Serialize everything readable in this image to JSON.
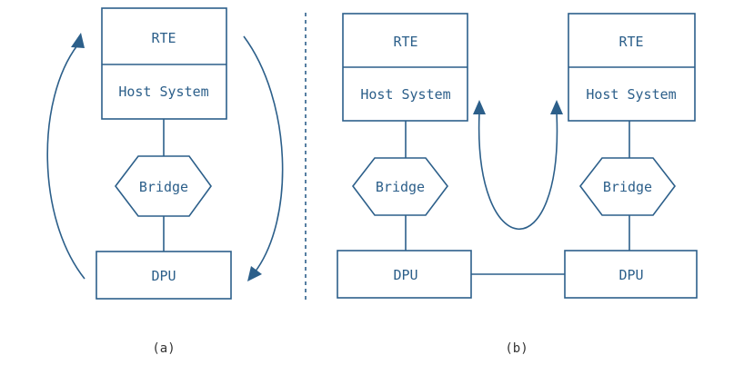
{
  "diagram_a": {
    "rte": "RTE",
    "host": "Host System",
    "bridge": "Bridge",
    "dpu": "DPU",
    "caption": "(a)"
  },
  "diagram_b": {
    "left": {
      "rte": "RTE",
      "host": "Host System",
      "bridge": "Bridge",
      "dpu": "DPU"
    },
    "right": {
      "rte": "RTE",
      "host": "Host System",
      "bridge": "Bridge",
      "dpu": "DPU"
    },
    "caption": "(b)"
  },
  "colors": {
    "stroke": "#2c5f8a",
    "caption": "#333333"
  }
}
